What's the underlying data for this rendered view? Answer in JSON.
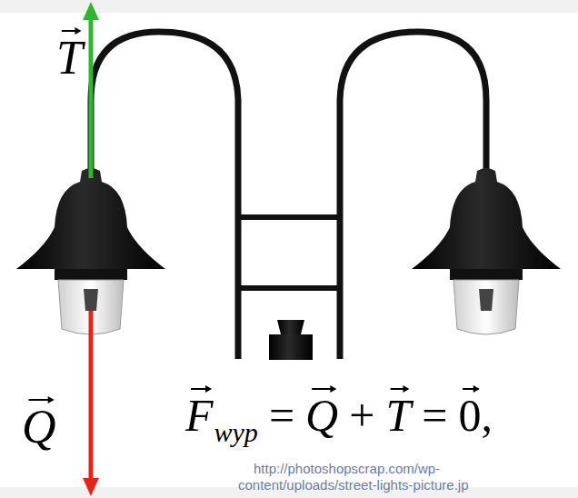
{
  "diagram": {
    "labels": [
      "T",
      "Q",
      "F",
      "wyp",
      "=",
      "Q",
      "+",
      "T",
      "=",
      "0",
      ",",
      "http://photoshopscrap.com/wp-",
      "content/uploads/street-lights-picture.jp"
    ]
  }
}
